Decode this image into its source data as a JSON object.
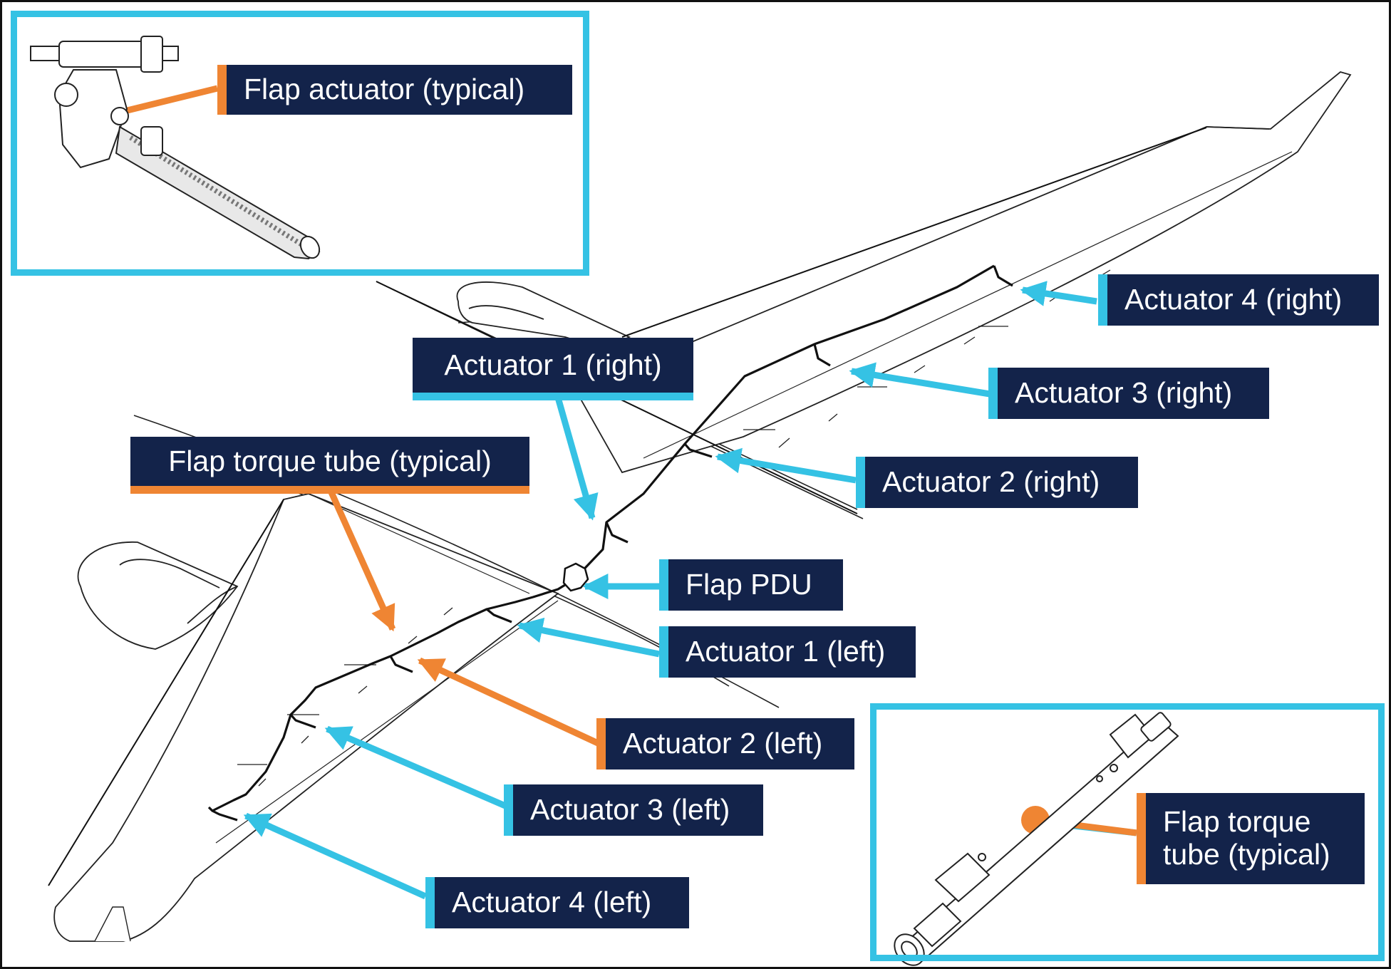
{
  "labels": {
    "flap_actuator_typical": "Flap actuator (typical)",
    "actuator_4_right": "Actuator 4 (right)",
    "actuator_1_right": "Actuator 1 (right)",
    "actuator_3_right": "Actuator 3 (right)",
    "flap_torque_tube_typical": "Flap torque tube (typical)",
    "actuator_2_right": "Actuator 2 (right)",
    "flap_pdu": "Flap PDU",
    "actuator_1_left": "Actuator 1 (left)",
    "actuator_2_left": "Actuator 2 (left)",
    "actuator_3_left": "Actuator 3 (left)",
    "actuator_4_left": "Actuator 4 (left)",
    "flap_torque_tube_inset": "Flap torque tube (typical)"
  },
  "colors": {
    "callout_blue": "#35c2e4",
    "callout_orange": "#ef8533",
    "label_navy": "#13234a",
    "line_art": "#222222"
  }
}
